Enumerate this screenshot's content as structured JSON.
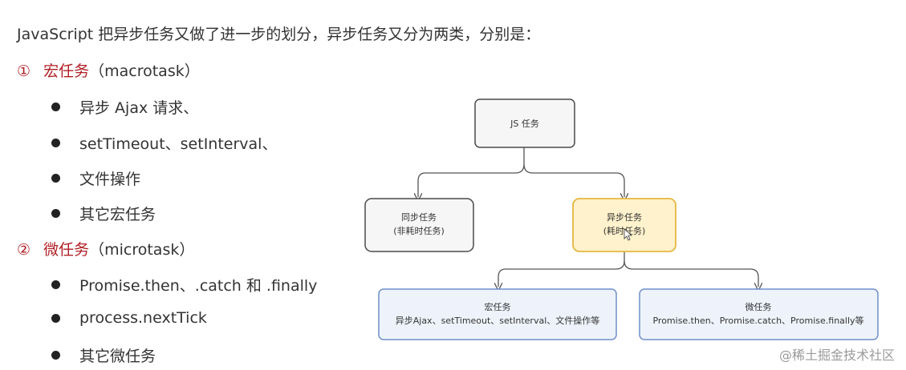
{
  "intro": "JavaScript 把异步任务又做了进一步的划分，异步任务又分为两类，分别是：",
  "macro": {
    "marker": "①",
    "title": "宏任务",
    "paren": "（macrotask）",
    "items": [
      "异步 Ajax 请求、",
      "setTimeout、setInterval、",
      "文件操作",
      "其它宏任务"
    ]
  },
  "micro": {
    "marker": "②",
    "title": "微任务",
    "paren": "（microtask）",
    "items": [
      "Promise.then、.catch 和 .finally",
      "process.nextTick",
      "其它微任务"
    ]
  },
  "diagram": {
    "root": "JS 任务",
    "sync_line1": "同步任务",
    "sync_line2": "(非耗时任务)",
    "async_line1": "异步任务",
    "async_line2": "(耗时任务)",
    "macro_line1": "宏任务",
    "macro_line2": "异步Ajax、setTimeout、setInterval、文件操作等",
    "micro_line1": "微任务",
    "micro_line2": "Promise.then、Promise.catch、Promise.finally等"
  },
  "colors": {
    "heading": "#b01f24",
    "async_fill": "#fff2cc",
    "async_border": "#e6b640",
    "task_fill": "#eef3fb",
    "task_border": "#6f8fc9"
  },
  "watermark": "@稀土掘金技术社区"
}
